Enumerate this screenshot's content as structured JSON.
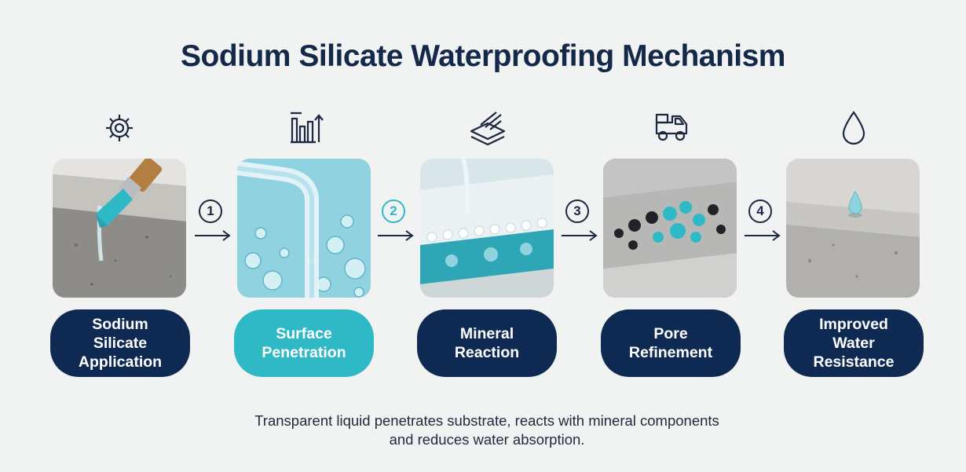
{
  "title": "Sodium Silicate Waterproofing Mechanism",
  "steps": [
    {
      "icon": "gear-icon",
      "label": "Sodium\nSilicate\nApplication",
      "active": false
    },
    {
      "icon": "bar-chart-arrow-icon",
      "label": "Surface\nPenetration",
      "active": true
    },
    {
      "icon": "layers-icon",
      "label": "Mineral\nReaction",
      "active": false
    },
    {
      "icon": "truck-icon",
      "label": "Pore\nRefinement",
      "active": false
    },
    {
      "icon": "water-drop-icon",
      "label": "Improved\nWater\nResistance",
      "active": false
    }
  ],
  "connectors": [
    {
      "number": "1",
      "active": false
    },
    {
      "number": "2",
      "active": true
    },
    {
      "number": "3",
      "active": false
    },
    {
      "number": "4",
      "active": false
    }
  ],
  "caption": {
    "line1": "Transparent liquid penetrates substrate, reacts with mineral components",
    "line2": "and reduces water absorption."
  },
  "colors": {
    "navy": "#0e2a52",
    "teal": "#2fb8c6",
    "background": "#f1f2f2"
  }
}
